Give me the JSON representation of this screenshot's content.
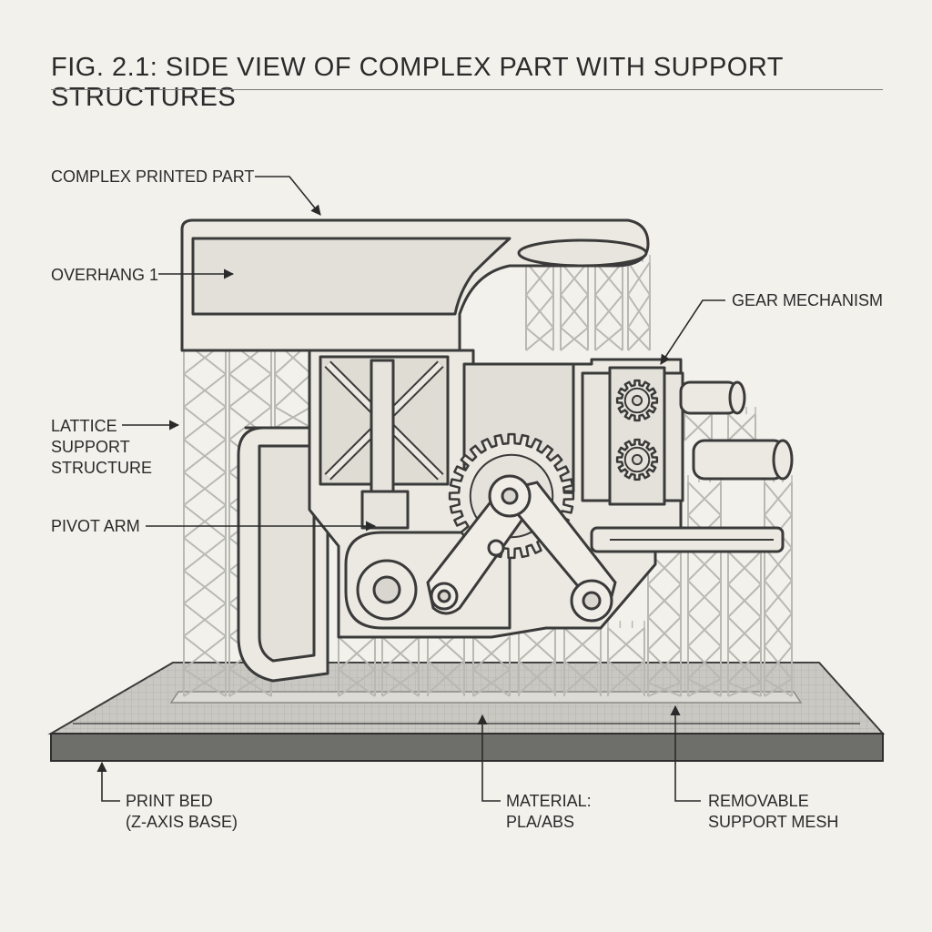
{
  "figure": {
    "title": "FIG. 2.1: SIDE VIEW OF COMPLEX PART WITH SUPPORT STRUCTURES"
  },
  "labels": {
    "complex_part": "COMPLEX PRINTED PART",
    "overhang": "OVERHANG 1",
    "gear_mechanism": "GEAR MECHANISM",
    "lattice_line1": "LATTICE",
    "lattice_line2": "SUPPORT",
    "lattice_line3": "STRUCTURE",
    "pivot_arm": "PIVOT ARM",
    "print_bed_line1": "PRINT BED",
    "print_bed_line2": "(Z-AXIS BASE)",
    "material_line1": "MATERIAL:",
    "material_line2": "PLA/ABS",
    "support_mesh_line1": "REMOVABLE",
    "support_mesh_line2": "SUPPORT MESH"
  },
  "colors": {
    "background": "#f2f1ec",
    "part_fill": "#ebe9e1",
    "outline": "#3a3a3a",
    "support": "#b9b9b4",
    "bed": "#6e6e6a"
  }
}
